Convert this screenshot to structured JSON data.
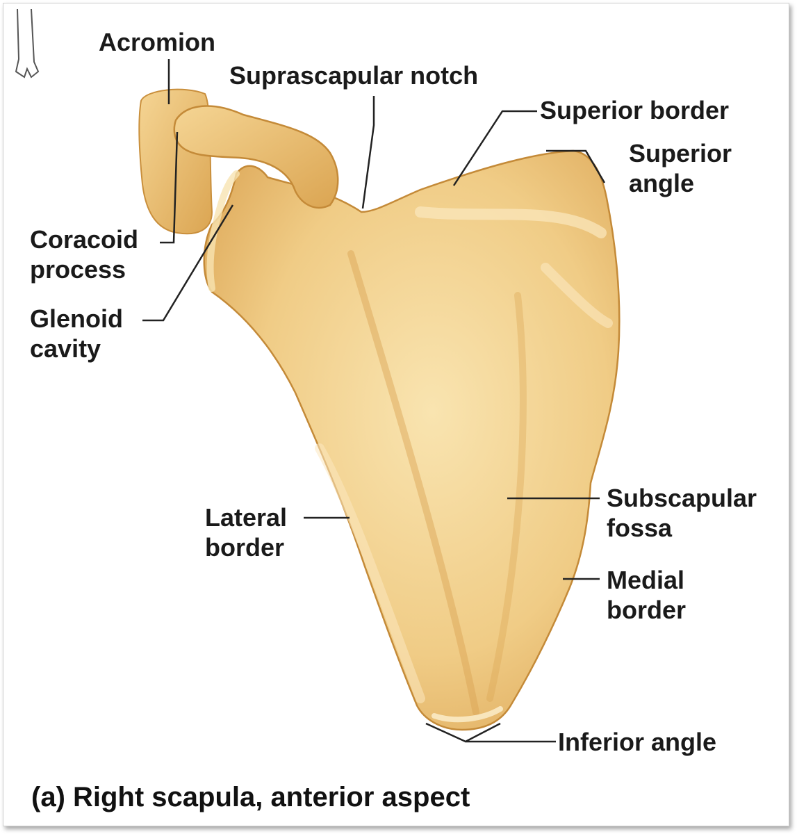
{
  "figure": {
    "labels": {
      "acromion": "Acromion",
      "suprascapular_notch": "Suprascapular notch",
      "superior_border": "Superior border",
      "superior_angle": [
        "Superior",
        "angle"
      ],
      "coracoid_process": [
        "Coracoid",
        "process"
      ],
      "glenoid_cavity": [
        "Glenoid",
        "cavity"
      ],
      "subscapular_fossa": [
        "Subscapular",
        "fossa"
      ],
      "lateral_border": [
        "Lateral",
        "border"
      ],
      "medial_border": [
        "Medial",
        "border"
      ],
      "inferior_angle": "Inferior angle"
    },
    "caption": "(a) Right scapula, anterior aspect"
  },
  "colors": {
    "bone_light": "#f7dea3",
    "bone_mid": "#ecc274",
    "bone_shadow": "#d59e45",
    "leader_line": "#222222"
  },
  "icons": [
    "scapula-illustration",
    "orientation-thumbnail-icon"
  ]
}
